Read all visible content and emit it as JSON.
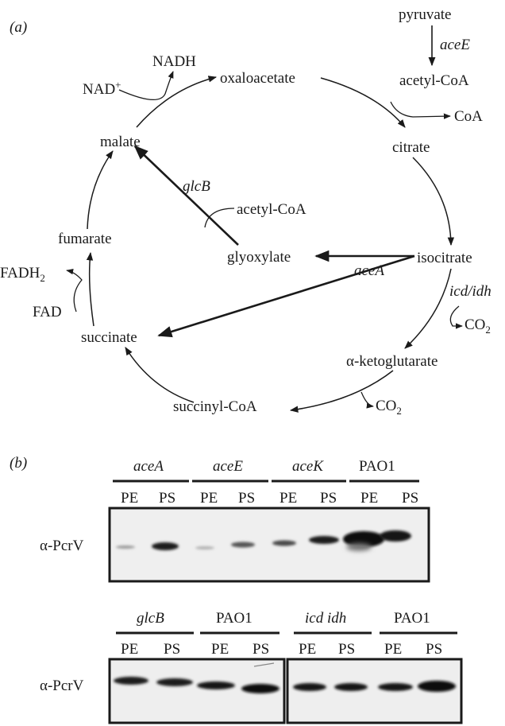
{
  "panel_a": {
    "label": "(a)",
    "metabolites": {
      "pyruvate": "pyruvate",
      "acetyl_coa_top": "acetyl-CoA",
      "coa": "CoA",
      "citrate": "citrate",
      "isocitrate": "isocitrate",
      "alpha_ketoglutarate": "α-ketoglutarate",
      "succinyl_coa": "succinyl-CoA",
      "succinate": "succinate",
      "fumarate": "fumarate",
      "malate": "malate",
      "oxaloacetate": "oxaloacetate",
      "glyoxylate": "glyoxylate",
      "acetyl_coa_inner": "acetyl-CoA",
      "nad": "NAD",
      "nad_sup": "+",
      "nadh": "NADH",
      "fad": "FAD",
      "fadh": "FADH",
      "fadh_sub": "2",
      "co2_1": "CO",
      "co2_1_sub": "2",
      "co2_2": "CO",
      "co2_2_sub": "2"
    },
    "genes": {
      "aceE": "aceE",
      "aceA": "aceA",
      "glcB": "glcB",
      "icd_idh": "icd/idh"
    }
  },
  "panel_b": {
    "label": "(b)",
    "antibody": "α-PcrV",
    "top_blot": {
      "strains": [
        "aceA",
        "aceE",
        "aceK",
        "PAO1"
      ],
      "italic": [
        true,
        true,
        true,
        false
      ],
      "lanes": [
        "PE",
        "PS",
        "PE",
        "PS",
        "PE",
        "PS",
        "PE",
        "PS"
      ]
    },
    "bottom_left_blot": {
      "strains": [
        "glcB",
        "PAO1"
      ],
      "italic": [
        true,
        false
      ],
      "lanes": [
        "PE",
        "PS",
        "PE",
        "PS"
      ]
    },
    "bottom_right_blot": {
      "strains": [
        "icd idh",
        "PAO1"
      ],
      "italic": [
        true,
        false
      ],
      "lanes": [
        "PE",
        "PS",
        "PE",
        "PS"
      ]
    }
  }
}
